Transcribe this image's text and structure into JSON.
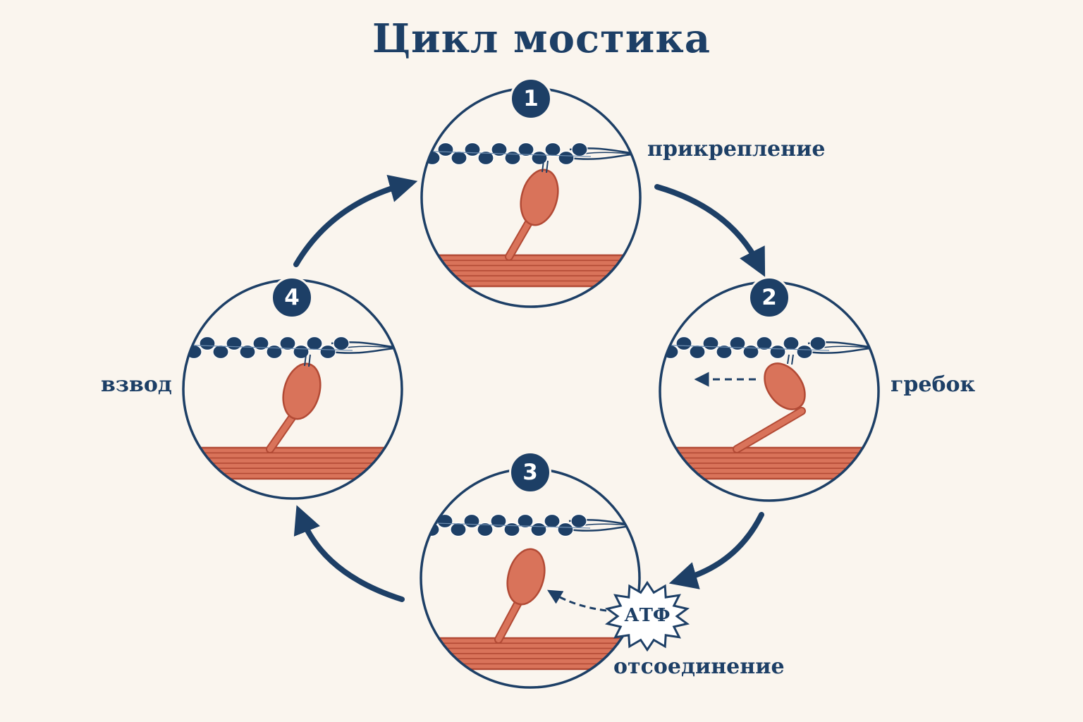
{
  "title": "Цикл мостика",
  "colors": {
    "navy": "#1d3f66",
    "myosin": "#d9735a",
    "myosin_stroke": "#b24a35",
    "background": "#faf5ee"
  },
  "stages": [
    {
      "number": "1",
      "label": "прикрепление"
    },
    {
      "number": "2",
      "label": "гребок"
    },
    {
      "number": "3",
      "label": "отсоединение"
    },
    {
      "number": "4",
      "label": "взвод"
    }
  ],
  "atp": {
    "label": "АТФ"
  }
}
